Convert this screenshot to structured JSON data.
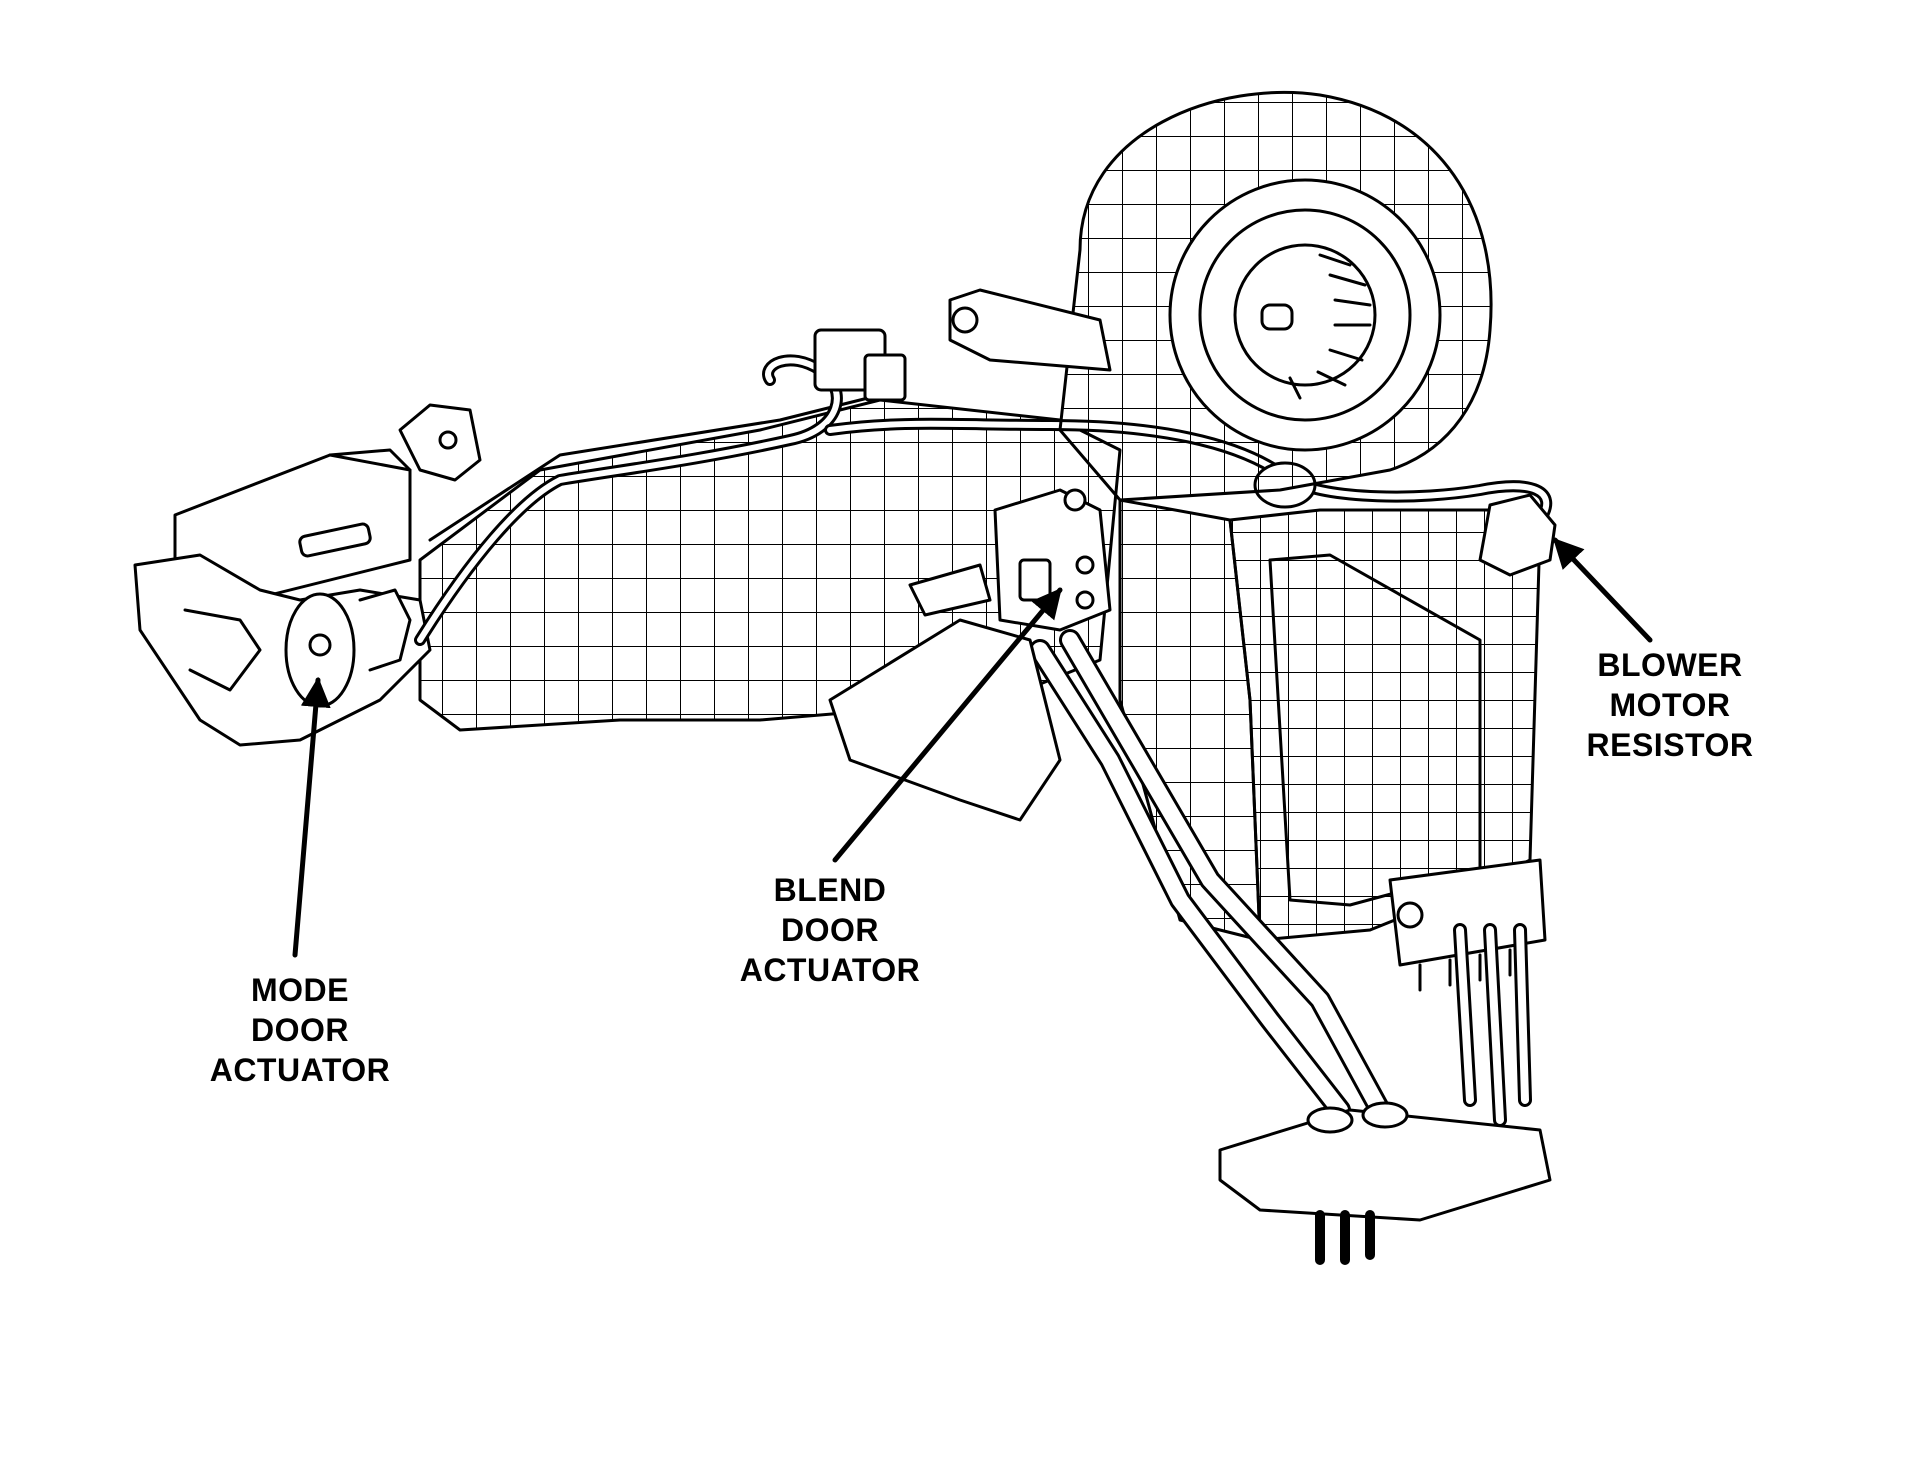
{
  "callouts": {
    "blower_motor_resistor": [
      "BLOWER",
      "MOTOR",
      "RESISTOR"
    ],
    "blend_door_actuator": [
      "BLEND",
      "DOOR",
      "ACTUATOR"
    ],
    "mode_door_actuator": [
      "MODE",
      "DOOR",
      "ACTUATOR"
    ]
  },
  "colors": {
    "ink": "#000000",
    "paper": "#ffffff"
  }
}
